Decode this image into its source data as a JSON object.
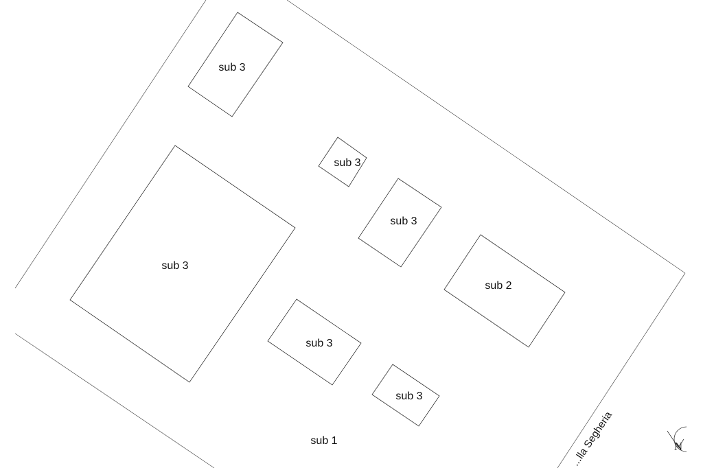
{
  "plan": {
    "parcels": [
      {
        "id": "b1",
        "label": "sub 3"
      },
      {
        "id": "b2",
        "label": "sub 3"
      },
      {
        "id": "b3",
        "label": "sub 3"
      },
      {
        "id": "b4",
        "label": "sub 3"
      },
      {
        "id": "b5",
        "label": "sub 2"
      },
      {
        "id": "b6",
        "label": "sub 3"
      },
      {
        "id": "b7",
        "label": "sub 3"
      }
    ],
    "yard_label": "sub 1",
    "street_label": "...lla Segheria",
    "north_arrow_label": "N"
  }
}
